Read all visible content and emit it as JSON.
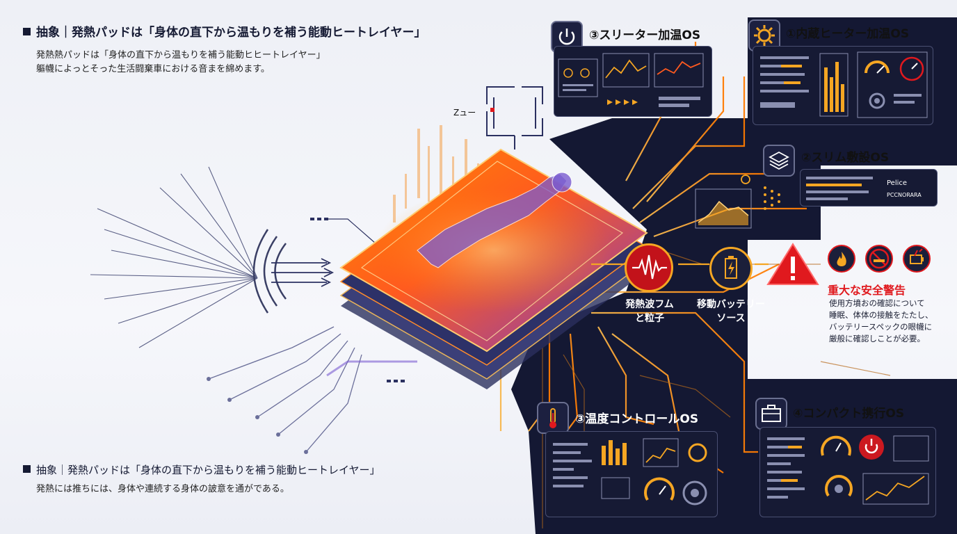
{
  "intro": {
    "heading": "抽象｜発熱パッドは「身体の直下から温もりを補う能動ヒートレイヤー」",
    "lines": [
      "発熱熱パッドは「身体の直下から温もりを補う能動ヒヒートレイヤー」",
      "軀幭によっとそった生活闘棄車における音まを綿めます。"
    ]
  },
  "footer": {
    "heading": "抽象｜発熱パッドは「身体の直下から温もりを補う能動ヒートレイヤー」",
    "line": "発熱には推ちには、身体や連続する身体の詖意を通がである。"
  },
  "zoom_label": "Zュー",
  "panels": {
    "p_sleeper": {
      "title": "③スリーター加温OS",
      "icon": "power-icon"
    },
    "p_builtin": {
      "title": "①内蔵ヒーター加温OS",
      "icon": "gear-icon"
    },
    "p_slim": {
      "title": "②スリム敷設OS",
      "icon": "layers-icon",
      "tags": [
        "Pelice",
        "PCCNORARA"
      ]
    },
    "p_temp": {
      "title": "③温度コントロールOS",
      "icon": "thermometer-icon"
    },
    "p_compact": {
      "title": "④コンパクト携行OS",
      "icon": "briefcase-icon"
    }
  },
  "nodes": {
    "wave": {
      "label1": "発熱波フム",
      "label2": "と粒子",
      "icon": "wave-icon"
    },
    "battery": {
      "label1": "移動バッテリー",
      "label2": "ソース",
      "icon": "battery-icon"
    }
  },
  "warning": {
    "title": "重大な安全警告",
    "lines": [
      "使用方墳おの確認について",
      "睡眠、体体の接触をたたし、",
      "バッテリースペックの眼幭に",
      "厳般に確認しことが必要。"
    ],
    "icons": [
      "fire-icon",
      "no-smoking-icon",
      "battery-warning-icon"
    ]
  },
  "colors": {
    "dark": "#141833",
    "accent": "#f5a623",
    "warning": "#e0191e"
  }
}
